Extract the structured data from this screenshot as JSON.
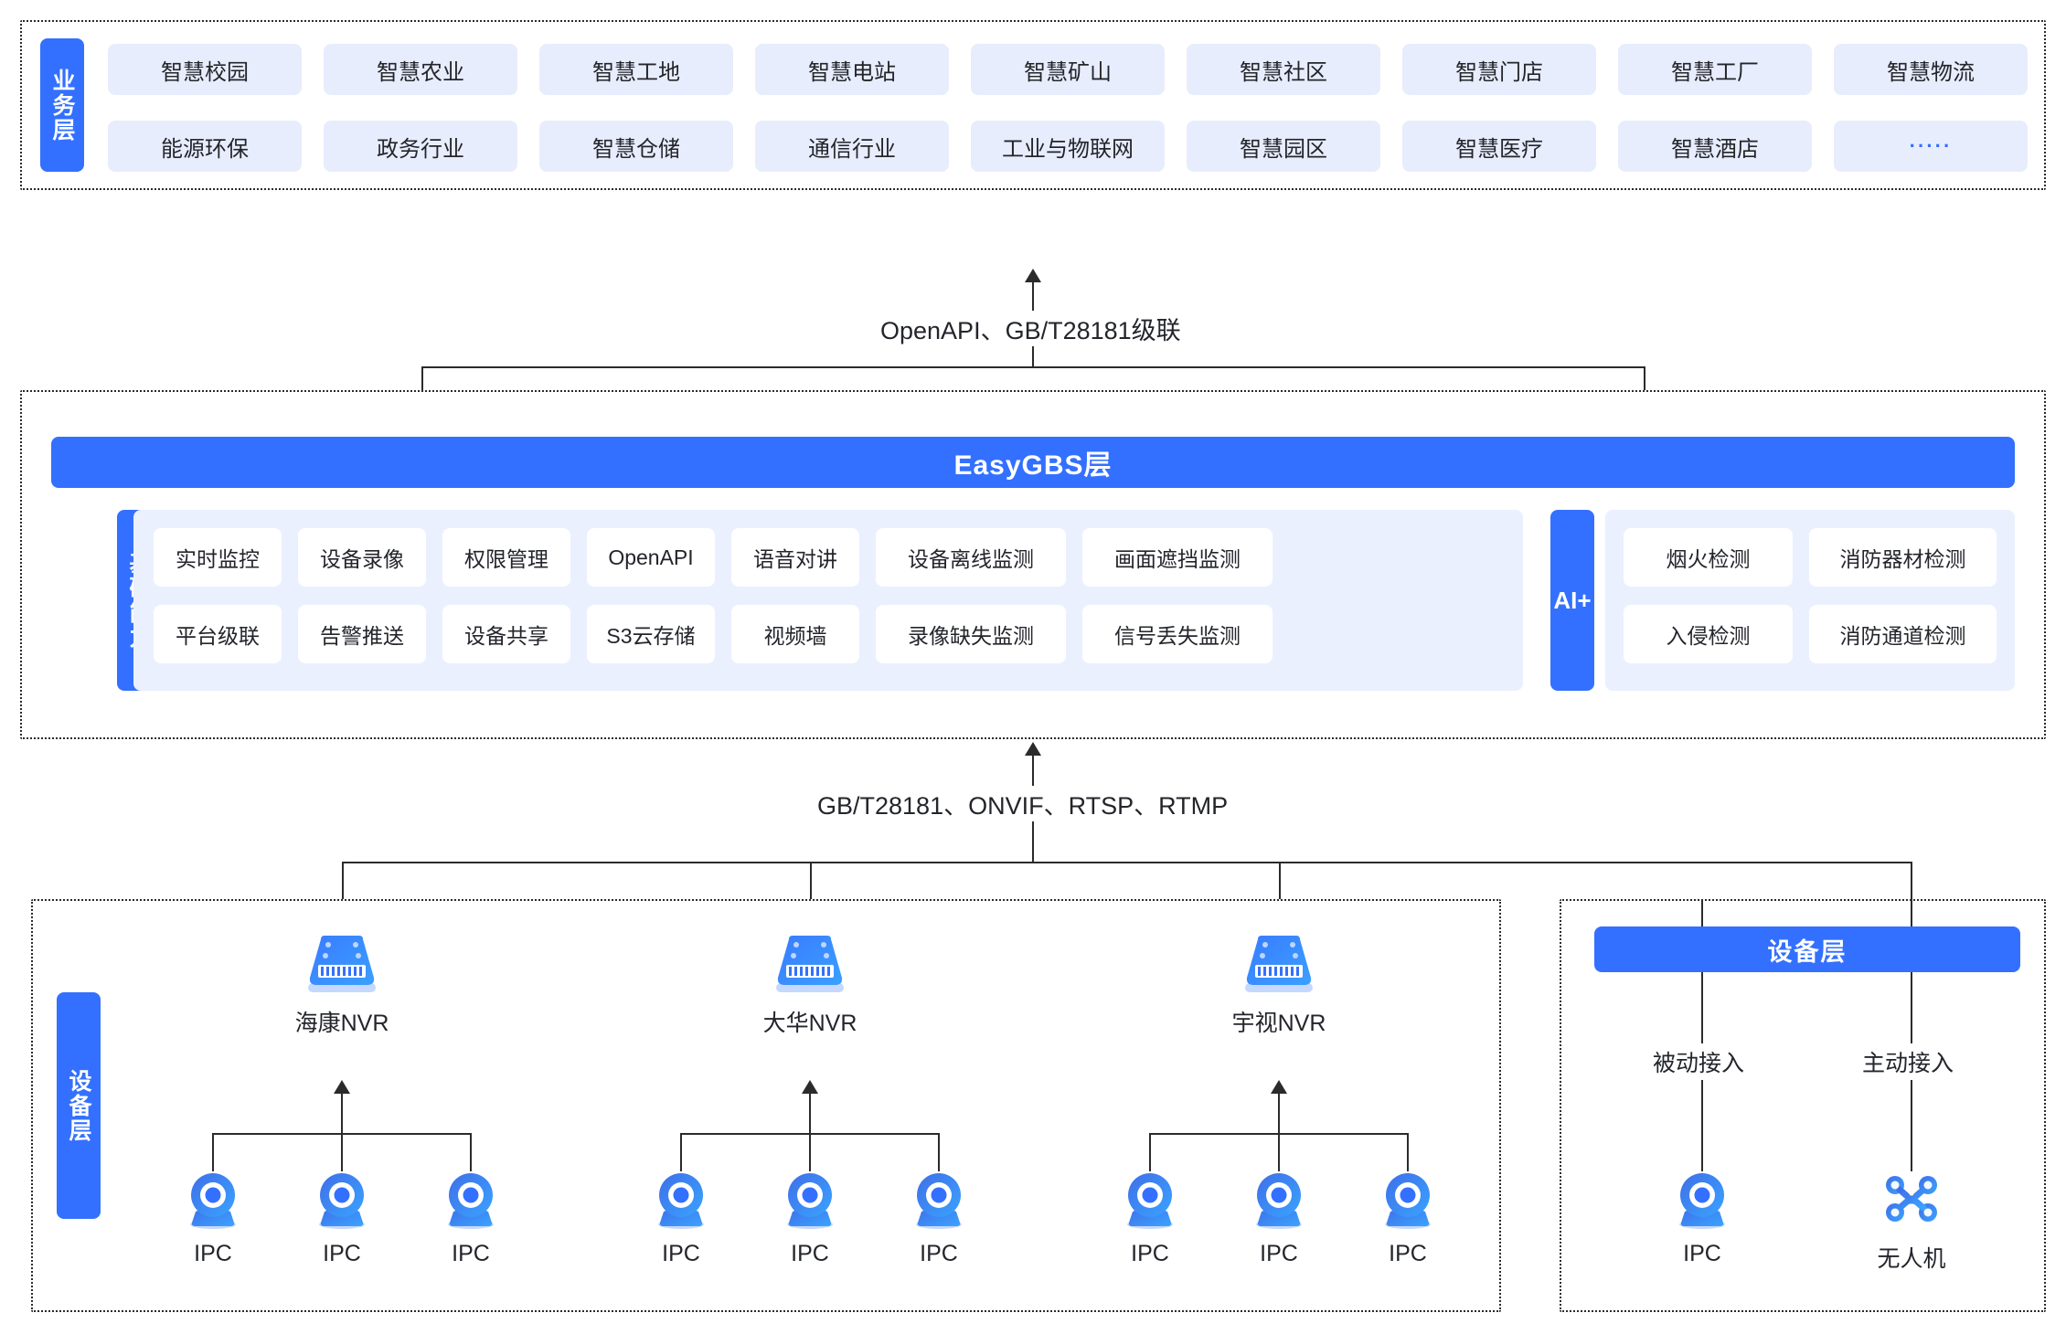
{
  "business_layer": {
    "side_label": "业务层",
    "tags": [
      "智慧校园",
      "智慧农业",
      "智慧工地",
      "智慧电站",
      "智慧矿山",
      "智慧社区",
      "智慧门店",
      "智慧工厂",
      "智慧物流",
      "能源环保",
      "政务行业",
      "智慧仓储",
      "通信行业",
      "工业与物联网",
      "智慧园区",
      "智慧医疗",
      "智慧酒店",
      "·····"
    ]
  },
  "connectors": {
    "top": "OpenAPI、GB/T28181级联",
    "bottom": "GB/T28181、ONVIF、RTSP、RTMP"
  },
  "platform_layer": {
    "title": "EasyGBS层",
    "side_label": "基础能力",
    "capabilities": [
      "实时监控",
      "设备录像",
      "权限管理",
      "OpenAPI",
      "语音对讲",
      "设备离线监测",
      "画面遮挡监测",
      "平台级联",
      "告警推送",
      "设备共享",
      "S3云存储",
      "视频墙",
      "录像缺失监测",
      "信号丢失监测"
    ],
    "ai_badge": "AI+",
    "ai_capabilities": [
      "烟火检测",
      "消防器材检测",
      "入侵检测",
      "消防通道检测"
    ]
  },
  "device_layer_left": {
    "side_label": "设备层",
    "groups": [
      {
        "nvr": "海康NVR",
        "cameras": [
          "IPC",
          "IPC",
          "IPC"
        ]
      },
      {
        "nvr": "大华NVR",
        "cameras": [
          "IPC",
          "IPC",
          "IPC"
        ]
      },
      {
        "nvr": "宇视NVR",
        "cameras": [
          "IPC",
          "IPC",
          "IPC"
        ]
      }
    ]
  },
  "device_layer_right": {
    "title": "设备层",
    "branches": [
      {
        "access": "被动接入",
        "device": "IPC",
        "icon": "camera-icon"
      },
      {
        "access": "主动接入",
        "device": "无人机",
        "icon": "drone-icon"
      }
    ]
  },
  "colors": {
    "primary": "#3370ff",
    "tag_bg": "#e8edfd",
    "panel_bg": "#eaf0fe",
    "line": "#2b2b2b"
  }
}
